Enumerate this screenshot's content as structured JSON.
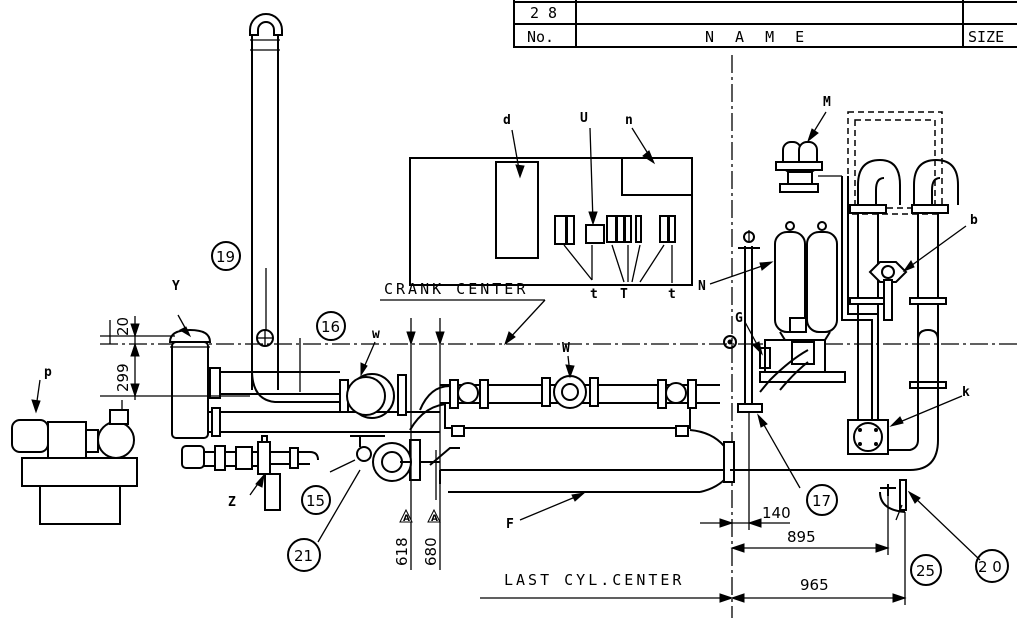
{
  "table": {
    "row_number": "2 8",
    "header_no": "No.",
    "header_name": "N A M E",
    "header_size": "SIZE"
  },
  "centerlines": {
    "crank_center": "CRANK CENTER",
    "last_cyl_center": "LAST CYL.CENTER"
  },
  "letters": {
    "d": "d",
    "U": "U",
    "n": "n",
    "M": "M",
    "t1": "t",
    "T": "T",
    "t2": "t",
    "N": "N",
    "G": "G",
    "b": "b",
    "k": "k",
    "Y": "Y",
    "p": "p",
    "w": "w",
    "W": "W",
    "Z": "Z",
    "F": "F"
  },
  "callouts": {
    "c19": "19",
    "c16": "16",
    "c15": "15",
    "c21": "21",
    "c17": "17",
    "c25": "25",
    "c20": "2 0"
  },
  "dimensions": {
    "d20": "20",
    "d299": "299",
    "d618": "618",
    "d680": "680",
    "d140": "140",
    "d895": "895",
    "d965": "965"
  },
  "revision_mark": "A"
}
